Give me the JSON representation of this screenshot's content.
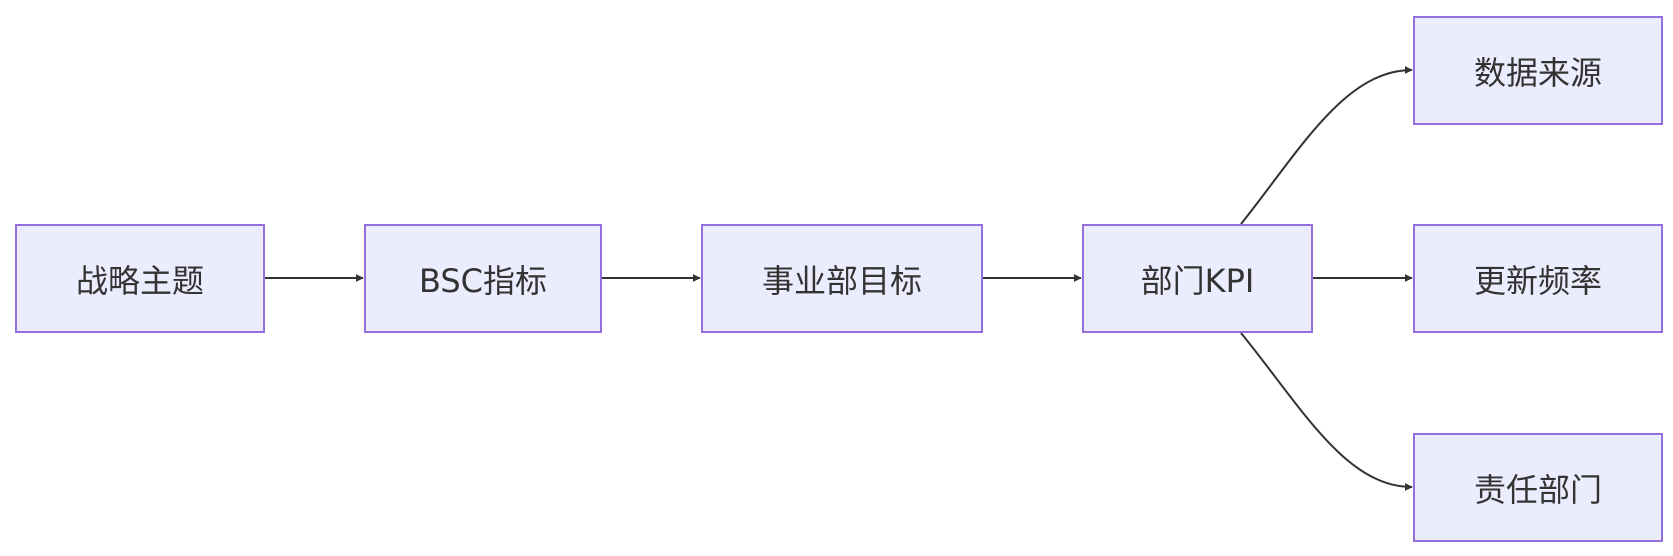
{
  "colors": {
    "node_fill": "#ececff",
    "node_border": "#9370db",
    "text": "#333333",
    "edge": "#333333"
  },
  "nodes": [
    {
      "id": "n1",
      "label": "战略主题"
    },
    {
      "id": "n2",
      "label": "BSC指标"
    },
    {
      "id": "n3",
      "label": "事业部目标"
    },
    {
      "id": "n4",
      "label": "部门KPI"
    },
    {
      "id": "n5",
      "label": "数据来源"
    },
    {
      "id": "n6",
      "label": "更新频率"
    },
    {
      "id": "n7",
      "label": "责任部门"
    }
  ],
  "edges": [
    {
      "from": "n1",
      "to": "n2"
    },
    {
      "from": "n2",
      "to": "n3"
    },
    {
      "from": "n3",
      "to": "n4"
    },
    {
      "from": "n4",
      "to": "n5"
    },
    {
      "from": "n4",
      "to": "n6"
    },
    {
      "from": "n4",
      "to": "n7"
    }
  ]
}
